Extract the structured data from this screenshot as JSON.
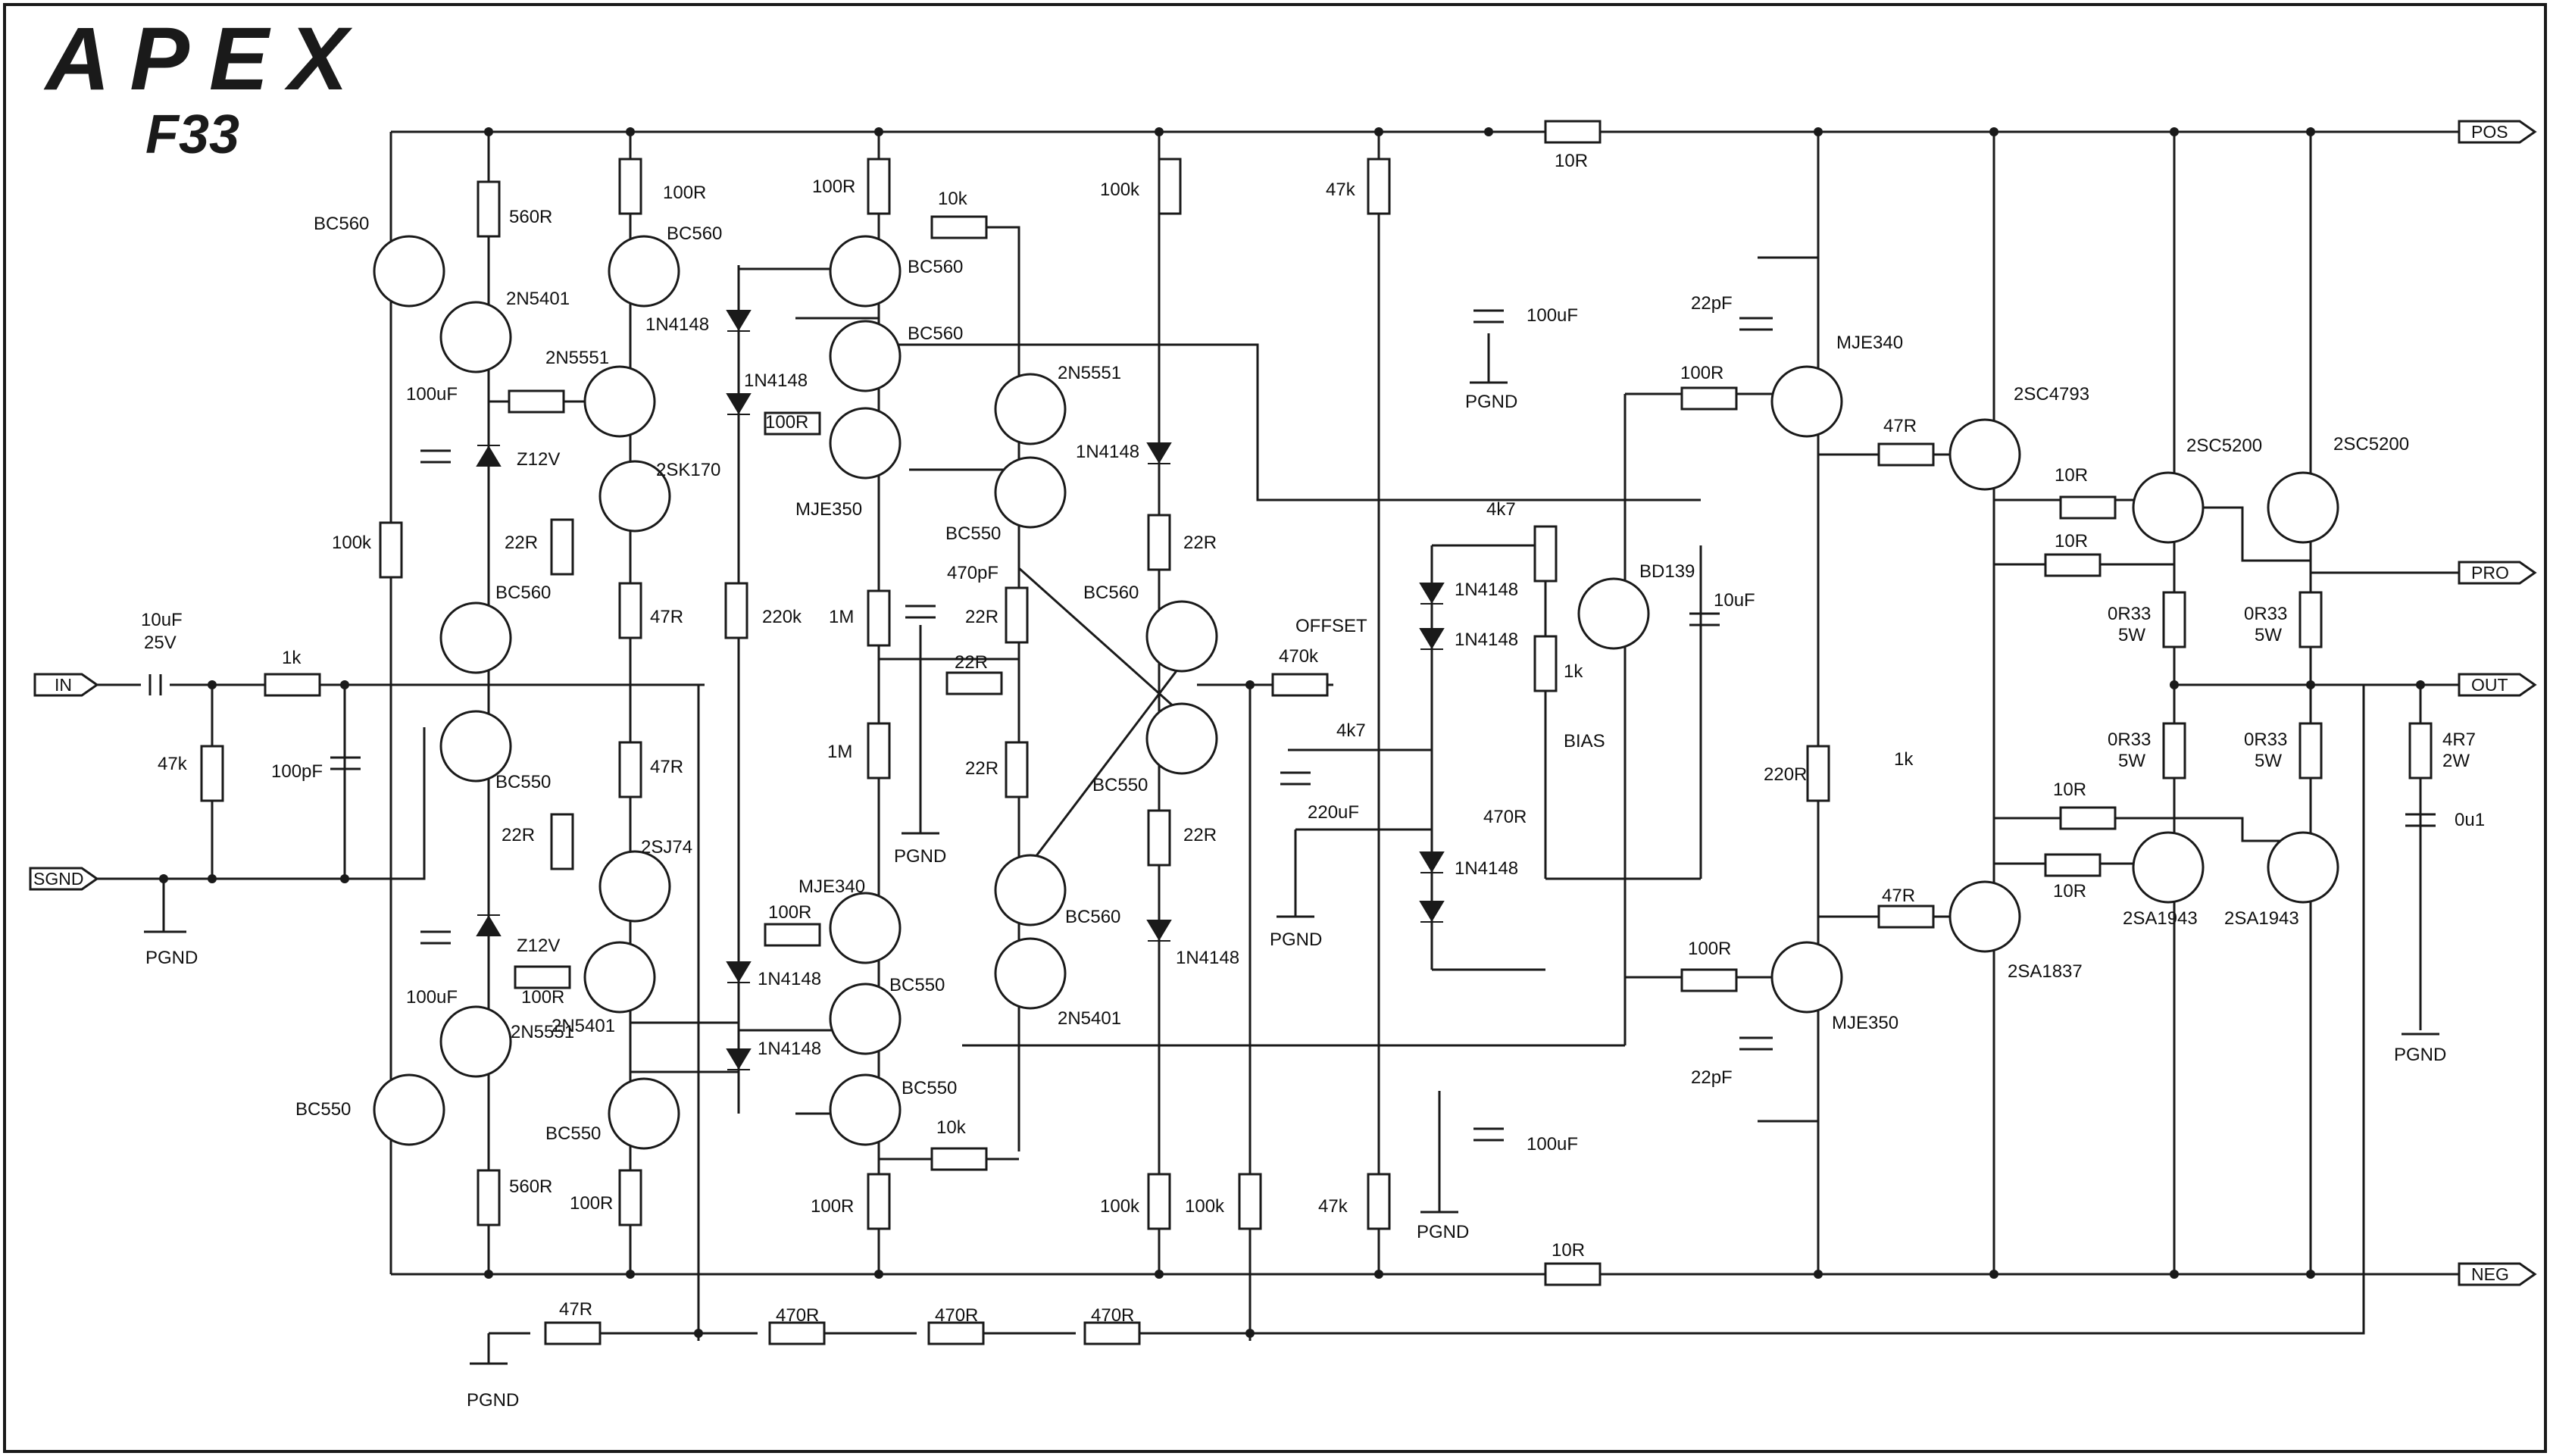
{
  "header": {
    "brand": "APEX",
    "model": "F33"
  },
  "ports": {
    "pos": "POS",
    "neg": "NEG",
    "pro": "PRO",
    "out": "OUT",
    "in": "IN",
    "sgnd": "SGND"
  },
  "labels": {
    "pgnd": "PGND",
    "offset": "OFFSET",
    "bias": "BIAS",
    "input_cap": "10uF",
    "input_cap_voltage": "25V"
  },
  "components": [
    {
      "ref": "bc560_a",
      "text": "BC560"
    },
    {
      "ref": "r560_a",
      "text": "560R"
    },
    {
      "ref": "q2n5401_a",
      "text": "2N5401"
    },
    {
      "ref": "r100_a",
      "text": "100R"
    },
    {
      "ref": "bc560_b",
      "text": "BC560"
    },
    {
      "ref": "d1_a",
      "text": "1N4148"
    },
    {
      "ref": "d1_b",
      "text": "1N4148"
    },
    {
      "ref": "r100_b",
      "text": "100R"
    },
    {
      "ref": "r10k_a",
      "text": "10k"
    },
    {
      "ref": "bc560_c",
      "text": "BC560"
    },
    {
      "ref": "bc560_d",
      "text": "BC560"
    },
    {
      "ref": "r100_c",
      "text": "100R"
    },
    {
      "ref": "mje350_a",
      "text": "MJE350"
    },
    {
      "ref": "r100k_a",
      "text": "100k"
    },
    {
      "ref": "q2n5551_a",
      "text": "2N5551"
    },
    {
      "ref": "d1_c",
      "text": "1N4148"
    },
    {
      "ref": "r47k_a",
      "text": "47k"
    },
    {
      "ref": "c100u_a",
      "text": "100uF"
    },
    {
      "ref": "pgnd_a",
      "text": "PGND"
    },
    {
      "ref": "r10_a",
      "text": "10R"
    },
    {
      "ref": "c22p_a",
      "text": "22pF"
    },
    {
      "ref": "mje340_a",
      "text": "MJE340"
    },
    {
      "ref": "r100_d",
      "text": "100R"
    },
    {
      "ref": "r47_a",
      "text": "47R"
    },
    {
      "ref": "q2sc4793",
      "text": "2SC4793"
    },
    {
      "ref": "q2sc5200_a",
      "text": "2SC5200"
    },
    {
      "ref": "q2sc5200_b",
      "text": "2SC5200"
    },
    {
      "ref": "r10_b",
      "text": "10R"
    },
    {
      "ref": "r10_c",
      "text": "10R"
    },
    {
      "ref": "r0r33_a",
      "text": "0R33"
    },
    {
      "ref": "r5w_a",
      "text": "5W"
    },
    {
      "ref": "r0r33_b",
      "text": "0R33"
    },
    {
      "ref": "r5w_b",
      "text": "5W"
    },
    {
      "ref": "r0r33_c",
      "text": "0R33"
    },
    {
      "ref": "r5w_c",
      "text": "5W"
    },
    {
      "ref": "r0r33_d",
      "text": "0R33"
    },
    {
      "ref": "r5w_d",
      "text": "5W"
    },
    {
      "ref": "r4r7",
      "text": "4R7"
    },
    {
      "ref": "r2w",
      "text": "2W"
    },
    {
      "ref": "c0u1",
      "text": "0u1"
    },
    {
      "ref": "pgnd_b",
      "text": "PGND"
    },
    {
      "ref": "q2n5551_b",
      "text": "2N5551"
    },
    {
      "ref": "c100u_b",
      "text": "100uF"
    },
    {
      "ref": "z12v_a",
      "text": "Z12V"
    },
    {
      "ref": "q2sk170",
      "text": "2SK170"
    },
    {
      "ref": "r100k_b",
      "text": "100k"
    },
    {
      "ref": "r22_a",
      "text": "22R"
    },
    {
      "ref": "bc560_e",
      "text": "BC560"
    },
    {
      "ref": "r47_b",
      "text": "47R"
    },
    {
      "ref": "r220k",
      "text": "220k"
    },
    {
      "ref": "r1m_a",
      "text": "1M"
    },
    {
      "ref": "c470p",
      "text": "470pF"
    },
    {
      "ref": "r22_b",
      "text": "22R"
    },
    {
      "ref": "bc550_a",
      "text": "BC550"
    },
    {
      "ref": "r22_c",
      "text": "22R"
    },
    {
      "ref": "r22_d",
      "text": "22R"
    },
    {
      "ref": "bc560_f",
      "text": "BC560"
    },
    {
      "ref": "r470k",
      "text": "470k"
    },
    {
      "ref": "r4k7_a",
      "text": "4k7"
    },
    {
      "ref": "d1_d",
      "text": "1N4148"
    },
    {
      "ref": "d1_e",
      "text": "1N4148"
    },
    {
      "ref": "r4k7_b",
      "text": "4k7"
    },
    {
      "ref": "bd139",
      "text": "BD139"
    },
    {
      "ref": "c10u",
      "text": "10uF"
    },
    {
      "ref": "r1k_a",
      "text": "1k"
    },
    {
      "ref": "r1k_in",
      "text": "1k"
    },
    {
      "ref": "r47k_b",
      "text": "47k"
    },
    {
      "ref": "c100p",
      "text": "100pF"
    },
    {
      "ref": "bc550_b",
      "text": "BC550"
    },
    {
      "ref": "r1m_b",
      "text": "1M"
    },
    {
      "ref": "r22_e",
      "text": "22R"
    },
    {
      "ref": "bc550_c",
      "text": "BC550"
    },
    {
      "ref": "c220u",
      "text": "220uF"
    },
    {
      "ref": "pgnd_c",
      "text": "PGND"
    },
    {
      "ref": "r470_a",
      "text": "470R"
    },
    {
      "ref": "r1k_b",
      "text": "1k"
    },
    {
      "ref": "r220",
      "text": "220R"
    },
    {
      "ref": "q2sj74",
      "text": "2SJ74"
    },
    {
      "ref": "r47_c",
      "text": "47R"
    },
    {
      "ref": "pgnd_d",
      "text": "PGND"
    },
    {
      "ref": "r22_f",
      "text": "22R"
    },
    {
      "ref": "mje340_b",
      "text": "MJE340"
    },
    {
      "ref": "r100_e",
      "text": "100R"
    },
    {
      "ref": "bc560_g",
      "text": "BC560"
    },
    {
      "ref": "r22_g",
      "text": "22R"
    },
    {
      "ref": "d1_f",
      "text": "1N4148"
    },
    {
      "ref": "d1_g",
      "text": "1N4148"
    },
    {
      "ref": "q2sa1837",
      "text": "2SA1837"
    },
    {
      "ref": "r47_d",
      "text": "47R"
    },
    {
      "ref": "r10_d",
      "text": "10R"
    },
    {
      "ref": "r10_e",
      "text": "10R"
    },
    {
      "ref": "q2sa1943_a",
      "text": "2SA1943"
    },
    {
      "ref": "q2sa1943_b",
      "text": "2SA1943"
    },
    {
      "ref": "z12v_b",
      "text": "Z12V"
    },
    {
      "ref": "c100u_c",
      "text": "100uF"
    },
    {
      "ref": "r100_f",
      "text": "100R"
    },
    {
      "ref": "q2n5401_b",
      "text": "2N5401"
    },
    {
      "ref": "q2n5551_c",
      "text": "2N5551"
    },
    {
      "ref": "d1_h",
      "text": "1N4148"
    },
    {
      "ref": "d1_i",
      "text": "1N4148"
    },
    {
      "ref": "bc550_d",
      "text": "BC550"
    },
    {
      "ref": "q2n5401_c",
      "text": "2N5401"
    },
    {
      "ref": "r100_g",
      "text": "100R"
    },
    {
      "ref": "mje350_b",
      "text": "MJE350"
    },
    {
      "ref": "c22p_b",
      "text": "22pF"
    },
    {
      "ref": "bc550_e",
      "text": "BC550"
    },
    {
      "ref": "bc550_f",
      "text": "BC550"
    },
    {
      "ref": "bc550_g",
      "text": "BC550"
    },
    {
      "ref": "r10k_b",
      "text": "10k"
    },
    {
      "ref": "r560_b",
      "text": "560R"
    },
    {
      "ref": "r100_h",
      "text": "100R"
    },
    {
      "ref": "r100_i",
      "text": "100R"
    },
    {
      "ref": "r100k_c",
      "text": "100k"
    },
    {
      "ref": "r100k_d",
      "text": "100k"
    },
    {
      "ref": "r47k_c",
      "text": "47k"
    },
    {
      "ref": "pgnd_e",
      "text": "PGND"
    },
    {
      "ref": "c100u_d",
      "text": "100uF"
    },
    {
      "ref": "r10_f",
      "text": "10R"
    },
    {
      "ref": "r47_e",
      "text": "47R"
    },
    {
      "ref": "r470_b",
      "text": "470R"
    },
    {
      "ref": "r470_c",
      "text": "470R"
    },
    {
      "ref": "r470_d",
      "text": "470R"
    },
    {
      "ref": "pgnd_f",
      "text": "PGND"
    }
  ]
}
